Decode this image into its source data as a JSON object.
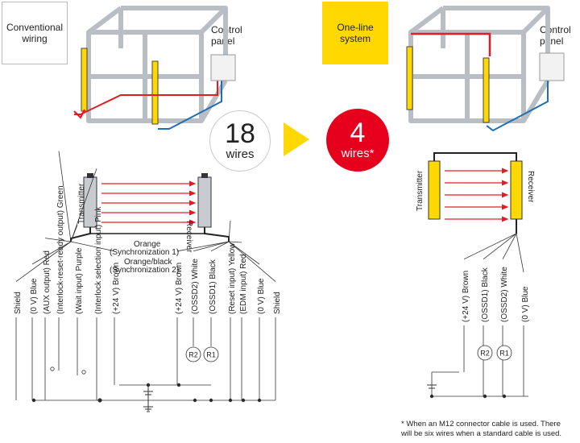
{
  "conventional": {
    "label": "Conventional\nwiring",
    "control_panel": "Control\npanel",
    "wire_count": "18",
    "wire_unit": "wires"
  },
  "one_line": {
    "label": "One-line\nsystem",
    "control_panel": "Control\npanel",
    "wire_count": "4",
    "wire_unit": "wires*"
  },
  "left_diagram": {
    "transmitter": "Transmitter",
    "receiver": "Receiver",
    "sync1_color": "Orange",
    "sync1_name": "(Synchronization 1)",
    "sync2_color": "Orange/black",
    "sync2_name": "(Synchronization 2)",
    "transmitter_wires": [
      "Shield",
      "(0 V) Blue",
      "(AUX output) Red",
      "(Interlock-reset-ready output) Green",
      "(Wait input) Purple",
      "(Interlock selection input) Pink",
      "(+24 V) Brown"
    ],
    "receiver_wires": [
      "(+24 V) Brown",
      "(OSSD2) White",
      "(OSSD1) Black",
      "(Reset input) Yellow",
      "(EDM input) Red",
      "(0 V) Blue",
      "Shield"
    ],
    "loads": [
      "R2",
      "R1"
    ]
  },
  "right_diagram": {
    "transmitter": "Transmitter",
    "receiver": "Receiver",
    "wires": [
      "(+24 V) Brown",
      "(OSSD1) Black",
      "(OSSD2) White",
      "(0 V) Blue"
    ],
    "loads": [
      "R2",
      "R1"
    ]
  },
  "footnote": "* When an M12 connector cable is used. There\nwill be six wires when a standard cable is used.",
  "colors": {
    "yellow": "#ffd800",
    "red": "#e6001e",
    "wire_red": "#e31c23",
    "wire_blue": "#1f6fb5",
    "frame": "#c9cdd2"
  }
}
